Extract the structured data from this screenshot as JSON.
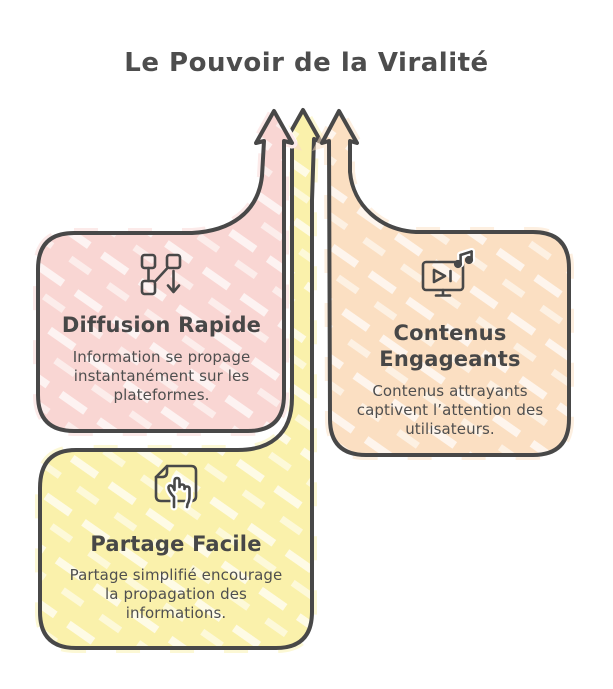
{
  "title": "Le Pouvoir de la Viralité",
  "colors": {
    "outline": "#484848",
    "title_text": "#4d4d4d",
    "body_text": "#4f4f4f",
    "pink": "#f9d6d3",
    "yellow": "#faf1ab",
    "orange": "#fbdfc2",
    "background": "#ffffff",
    "streak": "#ffffff"
  },
  "arrows": [
    {
      "name": "diffusion-arrow",
      "color": "pink",
      "direction": "up"
    },
    {
      "name": "partage-arrow",
      "color": "yellow",
      "direction": "up"
    },
    {
      "name": "contenus-arrow",
      "color": "orange",
      "direction": "up"
    }
  ],
  "cards": [
    {
      "id": "diffusion-rapide",
      "icon": "network-distribution-icon",
      "color_name": "pink",
      "title": "Diffusion Rapide",
      "body_lines": [
        "Information se propage",
        "instantanément sur les",
        "plateformes."
      ]
    },
    {
      "id": "contenus-engageants",
      "icon": "media-monitor-music-icon",
      "color_name": "orange",
      "title": "Contenus Engageants",
      "body_lines": [
        "Contenus attrayants",
        "captivent l’attention des",
        "utilisateurs."
      ]
    },
    {
      "id": "partage-facile",
      "icon": "document-hand-share-icon",
      "color_name": "yellow",
      "title": "Partage Facile",
      "body_lines": [
        "Partage simplifié encourage",
        "la propagation des",
        "informations."
      ]
    }
  ]
}
